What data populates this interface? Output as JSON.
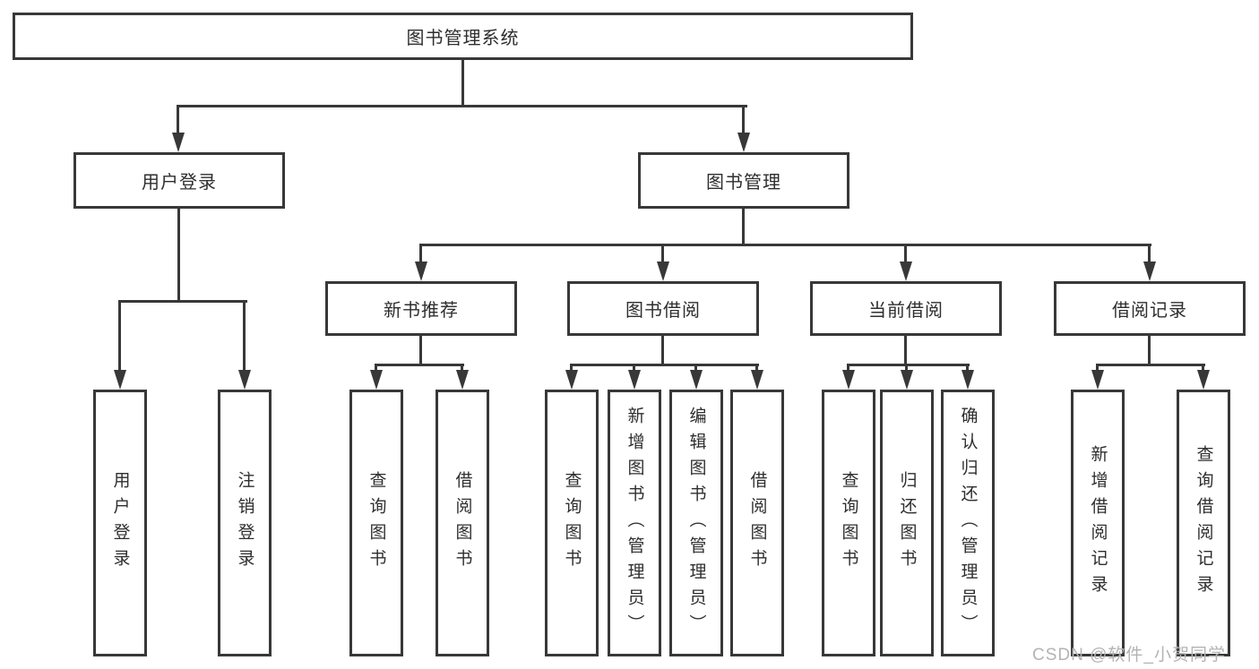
{
  "root": {
    "label": "图书管理系统"
  },
  "branches": {
    "user_login": {
      "label": "用户登录",
      "children": [
        "用户登录",
        "注销登录"
      ]
    },
    "book_mgmt": {
      "label": "图书管理"
    }
  },
  "modules": {
    "new_books": {
      "label": "新书推荐",
      "children": [
        "查询图书",
        "借阅图书"
      ]
    },
    "borrow": {
      "label": "图书借阅",
      "children": [
        "查询图书",
        "新增图书（管理员）",
        "编辑图书（管理员）",
        "借阅图书"
      ]
    },
    "current": {
      "label": "当前借阅",
      "children": [
        "查询图书",
        "归还图书",
        "确认归还（管理员）"
      ]
    },
    "records": {
      "label": "借阅记录",
      "children": [
        "新增借阅记录",
        "查询借阅记录"
      ]
    }
  },
  "watermark": "CSDN @软件_小贺同学",
  "colors": {
    "line": "#383838",
    "text": "#2e2e2e",
    "watermark": "#b3b3b3",
    "background": "#ffffff"
  }
}
